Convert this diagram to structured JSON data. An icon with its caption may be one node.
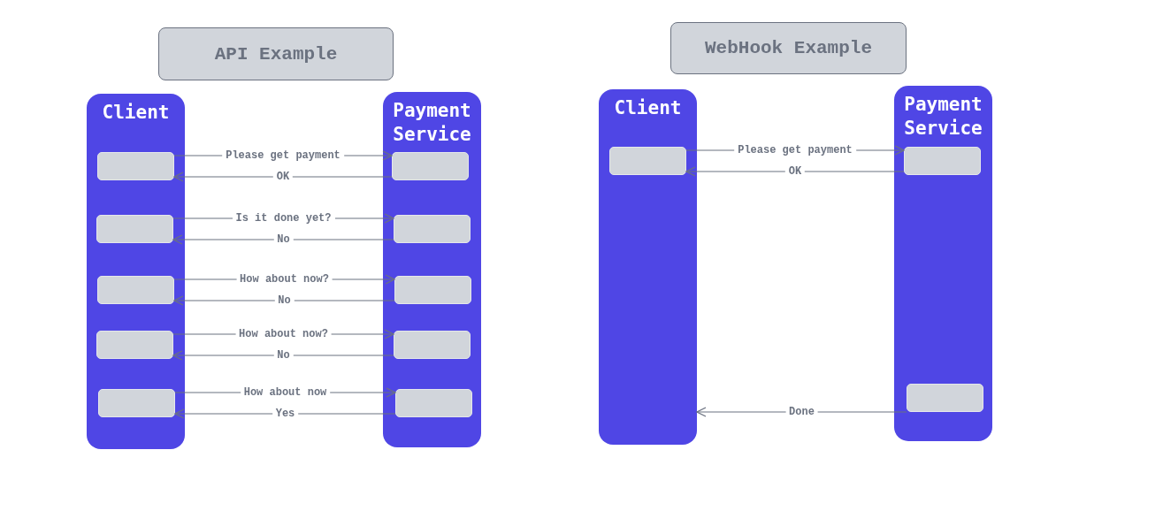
{
  "diagram": {
    "nodes": [
      {
        "text": [
          "API Example"
        ]
      },
      {
        "text": [
          "Client"
        ]
      },
      {
        "text": [],
        "shape": "box",
        "in": 1
      },
      {
        "text": [],
        "shape": "box",
        "in": 1
      },
      {
        "text": [],
        "shape": "box",
        "in": 1
      },
      {
        "text": [],
        "shape": "box",
        "in": 1
      },
      {
        "text": [],
        "shape": "box",
        "in": 1
      },
      {
        "text": [
          "Payment Service"
        ]
      },
      {
        "text": [],
        "shape": "box",
        "in": 7
      },
      {
        "text": [],
        "shape": "box",
        "in": 7
      },
      {
        "text": [],
        "shape": "box",
        "in": 7
      },
      {
        "text": [],
        "shape": "box",
        "in": 7
      },
      {
        "text": [],
        "shape": "box",
        "in": 7
      },
      {
        "text": [
          "WebHook Example"
        ]
      },
      {
        "text": [
          "Client"
        ]
      },
      {
        "text": [],
        "shape": "box",
        "in": 14
      },
      {
        "text": [
          "Payment Service"
        ]
      },
      {
        "text": [],
        "shape": "box",
        "in": 16
      },
      {
        "text": [],
        "shape": "box",
        "in": 16
      }
    ],
    "edges": [
      {
        "from": 2,
        "to": 8,
        "arrow": "to",
        "label": "Please get payment"
      },
      {
        "from": 8,
        "to": 2,
        "arrow": "to",
        "label": "OK"
      },
      {
        "from": 3,
        "to": 9,
        "arrow": "to",
        "label": "Is it done yet?"
      },
      {
        "from": 9,
        "to": 3,
        "arrow": "to",
        "label": "No"
      },
      {
        "from": 4,
        "to": 10,
        "arrow": "to",
        "label": "How about now?"
      },
      {
        "from": 10,
        "to": 4,
        "arrow": "to",
        "label": "No"
      },
      {
        "from": 5,
        "to": 11,
        "arrow": "to",
        "label": "How about now?"
      },
      {
        "from": 11,
        "to": 5,
        "arrow": "to",
        "label": "No"
      },
      {
        "from": 6,
        "to": 12,
        "arrow": "to",
        "label": "How about now"
      },
      {
        "from": 12,
        "to": 6,
        "arrow": "to",
        "label": "Yes"
      },
      {
        "from": 15,
        "to": 17,
        "arrow": "to",
        "label": "Please get payment"
      },
      {
        "from": 17,
        "to": 15,
        "arrow": "to",
        "label": "OK"
      },
      {
        "from": 18,
        "to": 14,
        "arrow": "to",
        "label": "Done"
      }
    ]
  }
}
